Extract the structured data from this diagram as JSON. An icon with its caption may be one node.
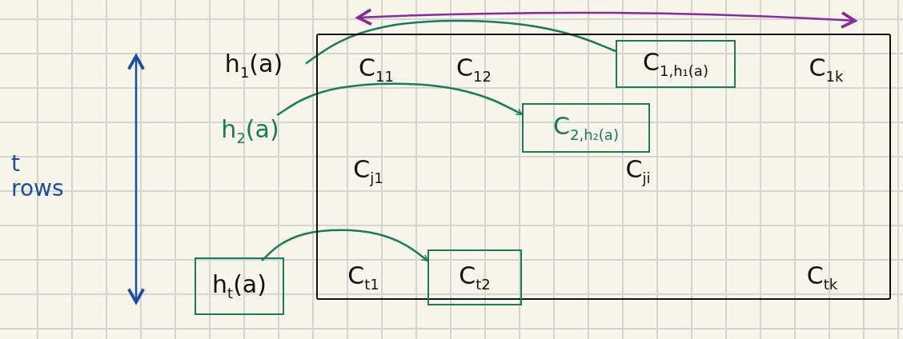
{
  "diagram": {
    "nodes": [
      {
        "text": [],
        "shape": "box"
      },
      {
        "text": [
          "h$_{1}$(a)"
        ]
      },
      {
        "text": [
          "h$_{2}$(a)"
        ]
      },
      {
        "text": [
          "h$_{t}$(a)"
        ]
      },
      {
        "text": [
          "C$_{11}$"
        ],
        "in": 0
      },
      {
        "text": [
          "C$_{12}$"
        ],
        "in": 0
      },
      {
        "text": [
          "C$_{1,h₁(a)}$"
        ],
        "in": 0
      },
      {
        "text": [
          "C$_{1k}$"
        ],
        "in": 0
      },
      {
        "text": [
          "C$_{2,h₂(a)}$"
        ],
        "in": 0
      },
      {
        "text": [
          "C$_{j1}$"
        ],
        "in": 0
      },
      {
        "text": [
          "C$_{ji}$"
        ],
        "in": 0
      },
      {
        "text": [
          "C$_{t1}$"
        ],
        "in": 0
      },
      {
        "text": [
          "C$_{t2}$"
        ],
        "in": 0
      },
      {
        "text": [
          "C$_{tk}$"
        ],
        "in": 0
      }
    ],
    "edges": [
      {
        "from": 1,
        "to": 6,
        "arrow": "none"
      },
      {
        "from": 2,
        "to": 8,
        "arrow": "to"
      },
      {
        "from": 3,
        "to": 12,
        "arrow": "to"
      }
    ],
    "labels": [
      "t rows"
    ]
  }
}
